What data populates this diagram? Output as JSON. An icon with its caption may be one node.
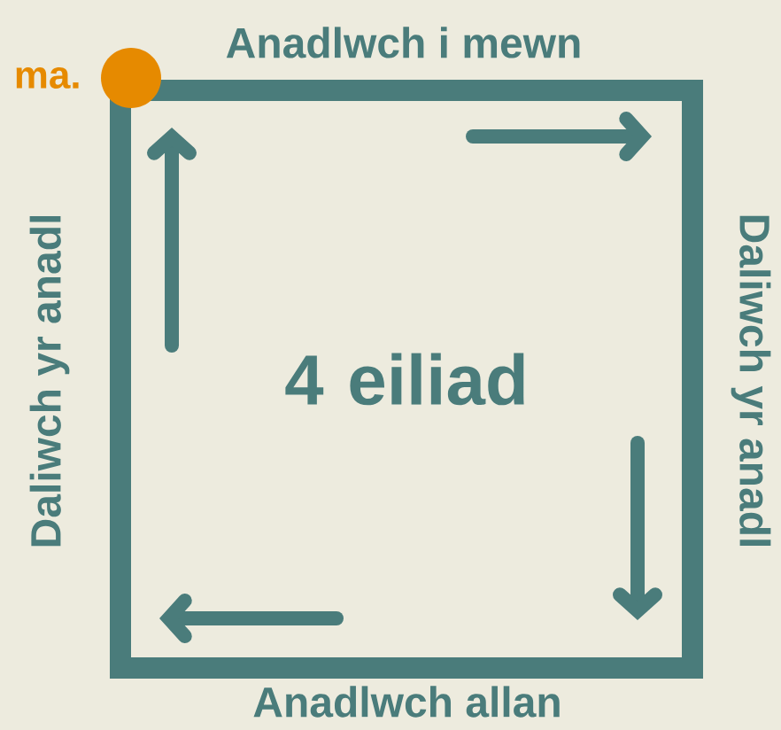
{
  "diagram": {
    "nodes": [
      {
        "text": [
          "4 eiliad"
        ]
      }
    ],
    "labels": [
      "ma.",
      "Anadlwch i mewn",
      "Daliwch yr anadl",
      "Daliwch yr anadl",
      "Anadlwch allan"
    ]
  }
}
